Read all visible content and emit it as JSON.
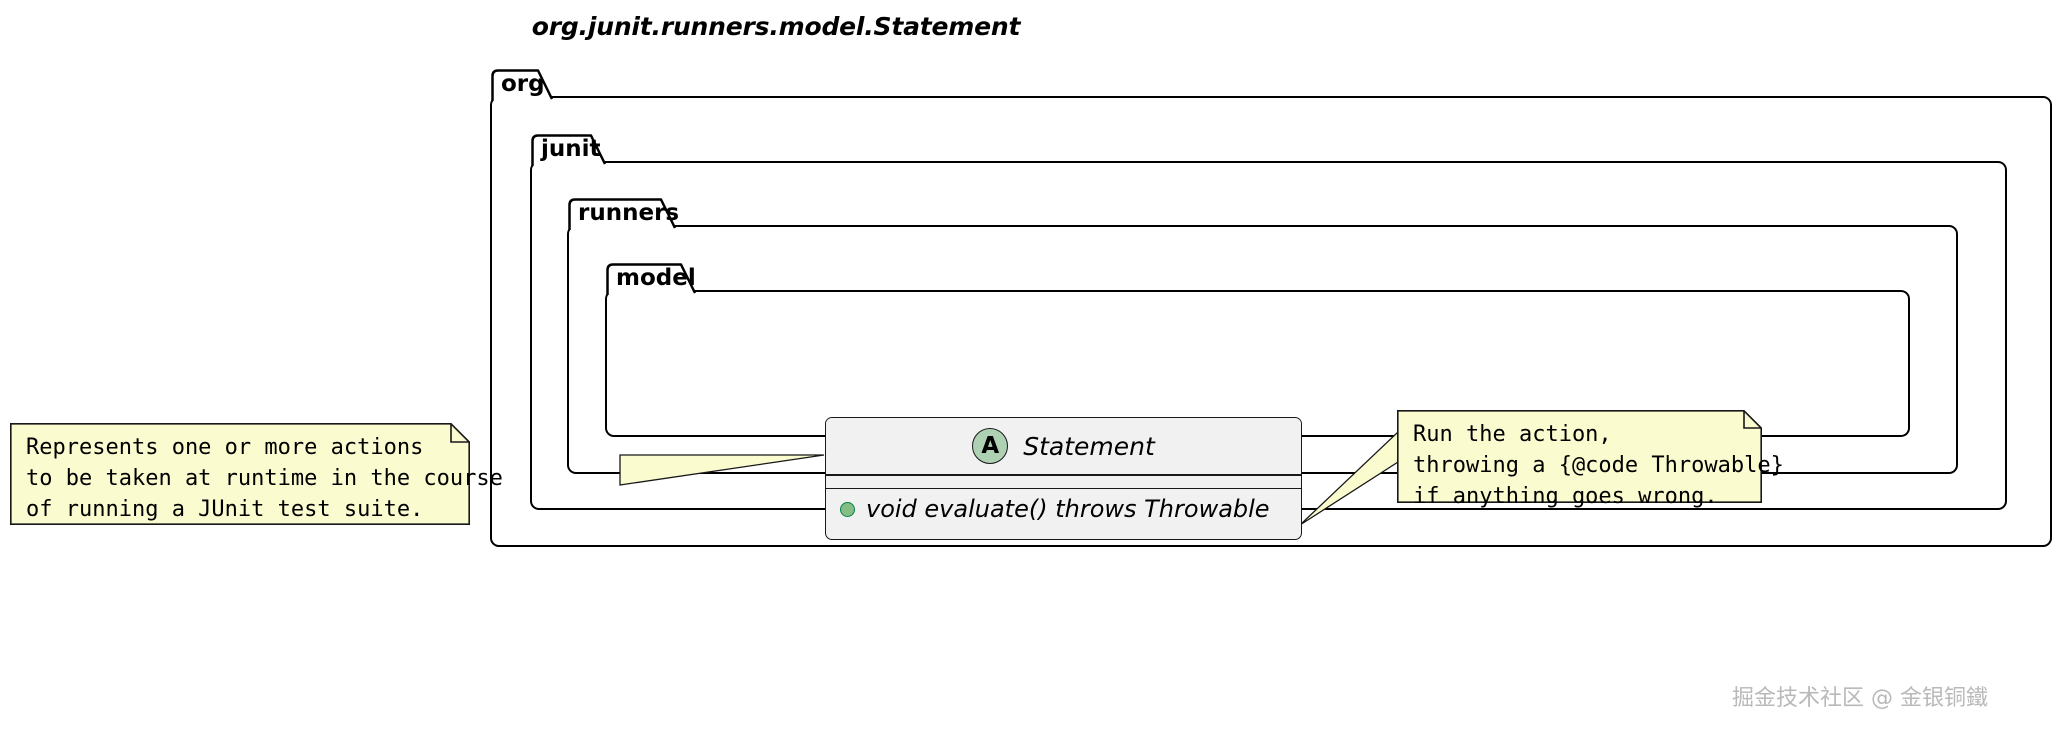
{
  "diagram": {
    "title": "org.junit.runners.model.Statement",
    "type": "uml-class-diagram"
  },
  "packages": [
    {
      "name": "org",
      "label": "org"
    },
    {
      "name": "junit",
      "label": "junit"
    },
    {
      "name": "runners",
      "label": "runners"
    },
    {
      "name": "model",
      "label": "model"
    }
  ],
  "class": {
    "stereotype_icon": "A",
    "stereotype_meaning": "abstract-class",
    "name": "Statement",
    "members": [
      {
        "visibility": "public",
        "signature": "void evaluate() throws Throwable"
      }
    ]
  },
  "notes": [
    {
      "id": "class-note",
      "text": "Represents one or more actions\nto be taken at runtime in the course\nof running a JUnit test suite."
    },
    {
      "id": "method-note",
      "text": "Run the action,\nthrowing a {@code Throwable}\nif anything goes wrong."
    }
  ],
  "watermark": {
    "text": "掘金技术社区 @ 金银铜鐵"
  },
  "colors": {
    "note_fill": "#FBFBD0",
    "note_border": "#181818",
    "class_fill": "#F1F1F1",
    "class_border": "#181818",
    "abstract_icon_fill": "#ADD1B2",
    "visibility_public_fill": "#84BE84",
    "visibility_public_border": "#038048",
    "package_border": "#000000",
    "watermark_color": "#B9B9B9"
  }
}
